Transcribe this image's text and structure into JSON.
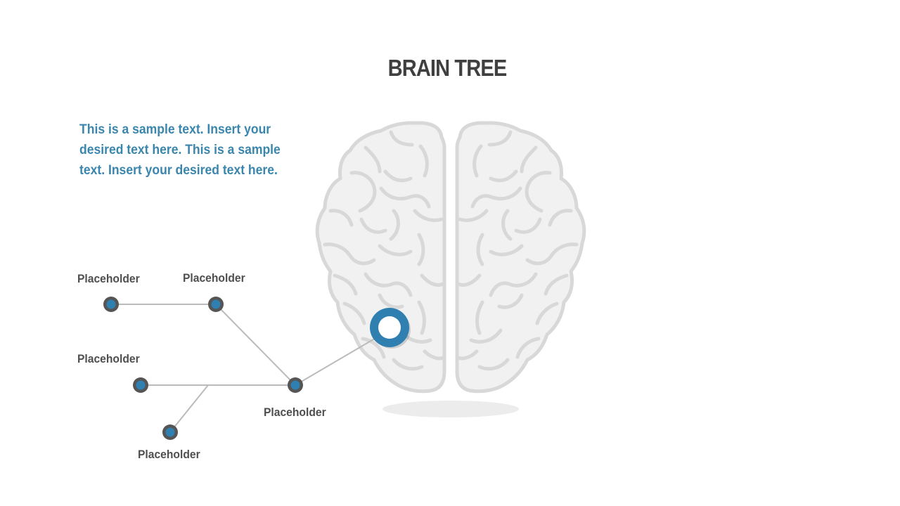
{
  "slide": {
    "title": "BRAIN TREE",
    "intro_text": "This is a sample text. Insert your desired text here. This is a sample text. Insert your desired text here."
  },
  "tree": {
    "labels": [
      "Placeholder",
      "Placeholder",
      "Placeholder",
      "Placeholder",
      "Placeholder"
    ]
  },
  "colors": {
    "title": "#3f3f3f",
    "accent": "#3b86ad",
    "node_ring": "#555555",
    "node_fill": "#2f7fb0",
    "brain": "#f1f1f1",
    "brain_outline": "#d8d8d8",
    "connector": "#bbbbbb"
  }
}
